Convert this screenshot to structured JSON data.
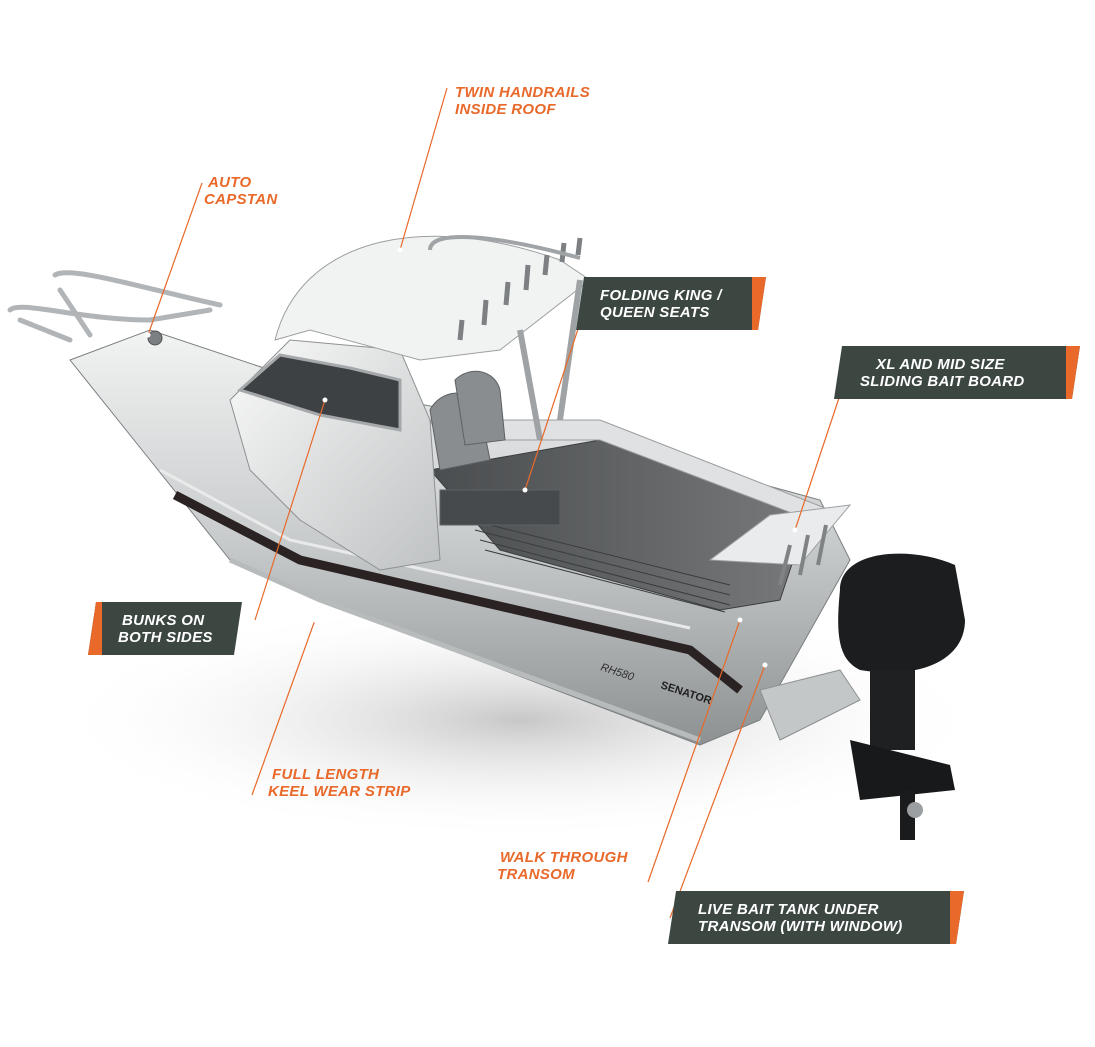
{
  "callouts": {
    "twin_handrails": [
      "TWIN HANDRAILS",
      "INSIDE ROOF"
    ],
    "auto_capstan": [
      "AUTO",
      "CAPSTAN"
    ],
    "folding_seats": [
      "FOLDING KING /",
      "QUEEN SEATS"
    ],
    "bait_board": [
      "XL AND MID SIZE",
      "SLIDING BAIT BOARD"
    ],
    "bunks": [
      "BUNKS ON",
      "BOTH SIDES"
    ],
    "keel_strip": [
      "FULL LENGTH",
      "KEEL WEAR STRIP"
    ],
    "walk_through": [
      "WALK THROUGH",
      "TRANSOM"
    ],
    "live_bait": [
      "LIVE BAIT TANK UNDER",
      "TRANSOM (WITH WINDOW)"
    ]
  },
  "hull": {
    "model": "RH580",
    "brand": "SENATOR"
  },
  "colors": {
    "accent": "#e8692a",
    "box_bg": "#3c4742",
    "box_text": "#ffffff"
  }
}
